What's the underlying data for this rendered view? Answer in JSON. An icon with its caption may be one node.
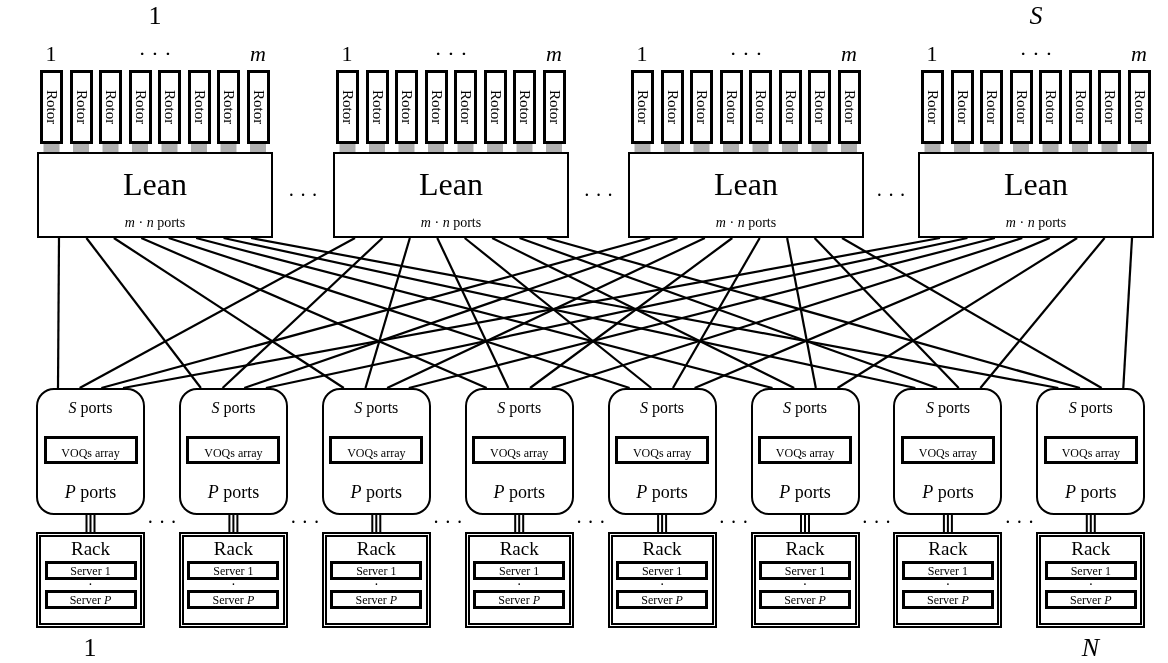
{
  "diagram": {
    "nodes": [
      {
        "text": [
          "Rotor"
        ]
      },
      {
        "text": [
          "Rotor"
        ]
      },
      {
        "text": [
          "Rotor"
        ]
      },
      {
        "text": [
          "Rotor"
        ]
      },
      {
        "text": [
          "Rotor"
        ]
      },
      {
        "text": [
          "Rotor"
        ]
      },
      {
        "text": [
          "Rotor"
        ]
      },
      {
        "text": [
          "Rotor"
        ]
      },
      {
        "text": [
          "Lean",
          "*m* · *n* ports"
        ]
      },
      {
        "text": [
          "Rotor"
        ]
      },
      {
        "text": [
          "Rotor"
        ]
      },
      {
        "text": [
          "Rotor"
        ]
      },
      {
        "text": [
          "Rotor"
        ]
      },
      {
        "text": [
          "Rotor"
        ]
      },
      {
        "text": [
          "Rotor"
        ]
      },
      {
        "text": [
          "Rotor"
        ]
      },
      {
        "text": [
          "Rotor"
        ]
      },
      {
        "text": [
          "Lean",
          "*m* · *n* ports"
        ]
      },
      {
        "text": [
          "Rotor"
        ]
      },
      {
        "text": [
          "Rotor"
        ]
      },
      {
        "text": [
          "Rotor"
        ]
      },
      {
        "text": [
          "Rotor"
        ]
      },
      {
        "text": [
          "Rotor"
        ]
      },
      {
        "text": [
          "Rotor"
        ]
      },
      {
        "text": [
          "Rotor"
        ]
      },
      {
        "text": [
          "Rotor"
        ]
      },
      {
        "text": [
          "Lean",
          "*m* · *n* ports"
        ]
      },
      {
        "text": [
          "Rotor"
        ]
      },
      {
        "text": [
          "Rotor"
        ]
      },
      {
        "text": [
          "Rotor"
        ]
      },
      {
        "text": [
          "Rotor"
        ]
      },
      {
        "text": [
          "Rotor"
        ]
      },
      {
        "text": [
          "Rotor"
        ]
      },
      {
        "text": [
          "Rotor"
        ]
      },
      {
        "text": [
          "Rotor"
        ]
      },
      {
        "text": [
          "Lean",
          "*m* · *n* ports"
        ]
      },
      {
        "text": [
          "*S* ports",
          "*P* ports"
        ]
      },
      {
        "text": [
          "VOQs array"
        ],
        "in": 36
      },
      {
        "text": [
          "*S* ports",
          "*P* ports"
        ]
      },
      {
        "text": [
          "VOQs array"
        ],
        "in": 38
      },
      {
        "text": [
          "*S* ports",
          "*P* ports"
        ]
      },
      {
        "text": [
          "VOQs array"
        ],
        "in": 40
      },
      {
        "text": [
          "*S* ports",
          "*P* ports"
        ]
      },
      {
        "text": [
          "VOQs array"
        ],
        "in": 42
      },
      {
        "text": [
          "*S* ports",
          "*P* ports"
        ]
      },
      {
        "text": [
          "VOQs array"
        ],
        "in": 44
      },
      {
        "text": [
          "*S* ports",
          "*P* ports"
        ]
      },
      {
        "text": [
          "VOQs array"
        ],
        "in": 46
      },
      {
        "text": [
          "*S* ports",
          "*P* ports"
        ]
      },
      {
        "text": [
          "VOQs array"
        ],
        "in": 48
      },
      {
        "text": [
          "*S* ports",
          "*P* ports"
        ]
      },
      {
        "text": [
          "VOQs array"
        ],
        "in": 50
      },
      {
        "text": [
          "Rack"
        ]
      },
      {
        "text": [
          "Server 1"
        ],
        "in": 52
      },
      {
        "text": [
          "Server *P*"
        ],
        "in": 52
      },
      {
        "text": [
          "Rack"
        ]
      },
      {
        "text": [
          "Server 1"
        ],
        "in": 55
      },
      {
        "text": [
          "Server *P*"
        ],
        "in": 55
      },
      {
        "text": [
          "Rack"
        ]
      },
      {
        "text": [
          "Server 1"
        ],
        "in": 58
      },
      {
        "text": [
          "Server *P*"
        ],
        "in": 58
      },
      {
        "text": [
          "Rack"
        ]
      },
      {
        "text": [
          "Server 1"
        ],
        "in": 61
      },
      {
        "text": [
          "Server *P*"
        ],
        "in": 61
      },
      {
        "text": [
          "Rack"
        ]
      },
      {
        "text": [
          "Server 1"
        ],
        "in": 64
      },
      {
        "text": [
          "Server *P*"
        ],
        "in": 64
      },
      {
        "text": [
          "Rack"
        ]
      },
      {
        "text": [
          "Server 1"
        ],
        "in": 67
      },
      {
        "text": [
          "Server *P*"
        ],
        "in": 67
      },
      {
        "text": [
          "Rack"
        ]
      },
      {
        "text": [
          "Server 1"
        ],
        "in": 70
      },
      {
        "text": [
          "Server *P*"
        ],
        "in": 70
      },
      {
        "text": [
          "Rack"
        ]
      },
      {
        "text": [
          "Server 1"
        ],
        "in": 73
      },
      {
        "text": [
          "Server *P*"
        ],
        "in": 73
      }
    ],
    "edges": [
      {
        "from": 0,
        "to": 8,
        "arrow": "none",
        "style": "thick",
        "color": "#b0b0b0"
      },
      {
        "from": 1,
        "to": 8,
        "arrow": "none",
        "style": "thick",
        "color": "#b0b0b0"
      },
      {
        "from": 2,
        "to": 8,
        "arrow": "none",
        "style": "thick",
        "color": "#b0b0b0"
      },
      {
        "from": 3,
        "to": 8,
        "arrow": "none",
        "style": "thick",
        "color": "#b0b0b0"
      },
      {
        "from": 4,
        "to": 8,
        "arrow": "none",
        "style": "thick",
        "color": "#b0b0b0"
      },
      {
        "from": 5,
        "to": 8,
        "arrow": "none",
        "style": "thick",
        "color": "#b0b0b0"
      },
      {
        "from": 6,
        "to": 8,
        "arrow": "none",
        "style": "thick",
        "color": "#b0b0b0"
      },
      {
        "from": 7,
        "to": 8,
        "arrow": "none",
        "style": "thick",
        "color": "#b0b0b0"
      },
      {
        "from": 9,
        "to": 17,
        "arrow": "none",
        "style": "thick",
        "color": "#b0b0b0"
      },
      {
        "from": 10,
        "to": 17,
        "arrow": "none",
        "style": "thick",
        "color": "#b0b0b0"
      },
      {
        "from": 11,
        "to": 17,
        "arrow": "none",
        "style": "thick",
        "color": "#b0b0b0"
      },
      {
        "from": 12,
        "to": 17,
        "arrow": "none",
        "style": "thick",
        "color": "#b0b0b0"
      },
      {
        "from": 13,
        "to": 17,
        "arrow": "none",
        "style": "thick",
        "color": "#b0b0b0"
      },
      {
        "from": 14,
        "to": 17,
        "arrow": "none",
        "style": "thick",
        "color": "#b0b0b0"
      },
      {
        "from": 15,
        "to": 17,
        "arrow": "none",
        "style": "thick",
        "color": "#b0b0b0"
      },
      {
        "from": 16,
        "to": 17,
        "arrow": "none",
        "style": "thick",
        "color": "#b0b0b0"
      },
      {
        "from": 18,
        "to": 26,
        "arrow": "none",
        "style": "thick",
        "color": "#b0b0b0"
      },
      {
        "from": 19,
        "to": 26,
        "arrow": "none",
        "style": "thick",
        "color": "#b0b0b0"
      },
      {
        "from": 20,
        "to": 26,
        "arrow": "none",
        "style": "thick",
        "color": "#b0b0b0"
      },
      {
        "from": 21,
        "to": 26,
        "arrow": "none",
        "style": "thick",
        "color": "#b0b0b0"
      },
      {
        "from": 22,
        "to": 26,
        "arrow": "none",
        "style": "thick",
        "color": "#b0b0b0"
      },
      {
        "from": 23,
        "to": 26,
        "arrow": "none",
        "style": "thick",
        "color": "#b0b0b0"
      },
      {
        "from": 24,
        "to": 26,
        "arrow": "none",
        "style": "thick",
        "color": "#b0b0b0"
      },
      {
        "from": 25,
        "to": 26,
        "arrow": "none",
        "style": "thick",
        "color": "#b0b0b0"
      },
      {
        "from": 27,
        "to": 35,
        "arrow": "none",
        "style": "thick",
        "color": "#b0b0b0"
      },
      {
        "from": 28,
        "to": 35,
        "arrow": "none",
        "style": "thick",
        "color": "#b0b0b0"
      },
      {
        "from": 29,
        "to": 35,
        "arrow": "none",
        "style": "thick",
        "color": "#b0b0b0"
      },
      {
        "from": 30,
        "to": 35,
        "arrow": "none",
        "style": "thick",
        "color": "#b0b0b0"
      },
      {
        "from": 31,
        "to": 35,
        "arrow": "none",
        "style": "thick",
        "color": "#b0b0b0"
      },
      {
        "from": 32,
        "to": 35,
        "arrow": "none",
        "style": "thick",
        "color": "#b0b0b0"
      },
      {
        "from": 33,
        "to": 35,
        "arrow": "none",
        "style": "thick",
        "color": "#b0b0b0"
      },
      {
        "from": 34,
        "to": 35,
        "arrow": "none",
        "style": "thick",
        "color": "#b0b0b0"
      },
      {
        "from": 8,
        "to": 36,
        "arrow": "none"
      },
      {
        "from": 8,
        "to": 38,
        "arrow": "none"
      },
      {
        "from": 8,
        "to": 40,
        "arrow": "none"
      },
      {
        "from": 8,
        "to": 42,
        "arrow": "none"
      },
      {
        "from": 8,
        "to": 44,
        "arrow": "none"
      },
      {
        "from": 8,
        "to": 46,
        "arrow": "none"
      },
      {
        "from": 8,
        "to": 48,
        "arrow": "none"
      },
      {
        "from": 8,
        "to": 50,
        "arrow": "none"
      },
      {
        "from": 17,
        "to": 36,
        "arrow": "none"
      },
      {
        "from": 17,
        "to": 38,
        "arrow": "none"
      },
      {
        "from": 17,
        "to": 40,
        "arrow": "none"
      },
      {
        "from": 17,
        "to": 42,
        "arrow": "none"
      },
      {
        "from": 17,
        "to": 44,
        "arrow": "none"
      },
      {
        "from": 17,
        "to": 46,
        "arrow": "none"
      },
      {
        "from": 17,
        "to": 48,
        "arrow": "none"
      },
      {
        "from": 17,
        "to": 50,
        "arrow": "none"
      },
      {
        "from": 26,
        "to": 36,
        "arrow": "none"
      },
      {
        "from": 26,
        "to": 38,
        "arrow": "none"
      },
      {
        "from": 26,
        "to": 40,
        "arrow": "none"
      },
      {
        "from": 26,
        "to": 42,
        "arrow": "none"
      },
      {
        "from": 26,
        "to": 44,
        "arrow": "none"
      },
      {
        "from": 26,
        "to": 46,
        "arrow": "none"
      },
      {
        "from": 26,
        "to": 48,
        "arrow": "none"
      },
      {
        "from": 26,
        "to": 50,
        "arrow": "none"
      },
      {
        "from": 35,
        "to": 36,
        "arrow": "none"
      },
      {
        "from": 35,
        "to": 38,
        "arrow": "none"
      },
      {
        "from": 35,
        "to": 40,
        "arrow": "none"
      },
      {
        "from": 35,
        "to": 42,
        "arrow": "none"
      },
      {
        "from": 35,
        "to": 44,
        "arrow": "none"
      },
      {
        "from": 35,
        "to": 46,
        "arrow": "none"
      },
      {
        "from": 35,
        "to": 48,
        "arrow": "none"
      },
      {
        "from": 35,
        "to": 50,
        "arrow": "none"
      },
      {
        "from": 36,
        "to": 52,
        "arrow": "none"
      },
      {
        "from": 38,
        "to": 55,
        "arrow": "none"
      },
      {
        "from": 40,
        "to": 58,
        "arrow": "none"
      },
      {
        "from": 42,
        "to": 61,
        "arrow": "none"
      },
      {
        "from": 44,
        "to": 64,
        "arrow": "none"
      },
      {
        "from": 46,
        "to": 67,
        "arrow": "none"
      },
      {
        "from": 48,
        "to": 70,
        "arrow": "none"
      },
      {
        "from": 50,
        "to": 73,
        "arrow": "none"
      }
    ],
    "labels": [
      "1",
      "*S*",
      "1",
      "· · ·",
      "*m*",
      "1",
      "· · ·",
      "*m*",
      "1",
      "· · ·",
      "*m*",
      "1",
      "· · ·",
      "*m*",
      "· · ·",
      "· · ·",
      "· · ·",
      "· · ·",
      "· · ·",
      "· · ·",
      "· · ·",
      "· · ·",
      "· · ·",
      "· · ·",
      "·",
      "·",
      "·",
      "·",
      "·",
      "·",
      "·",
      "·",
      "1",
      "*N*"
    ]
  }
}
